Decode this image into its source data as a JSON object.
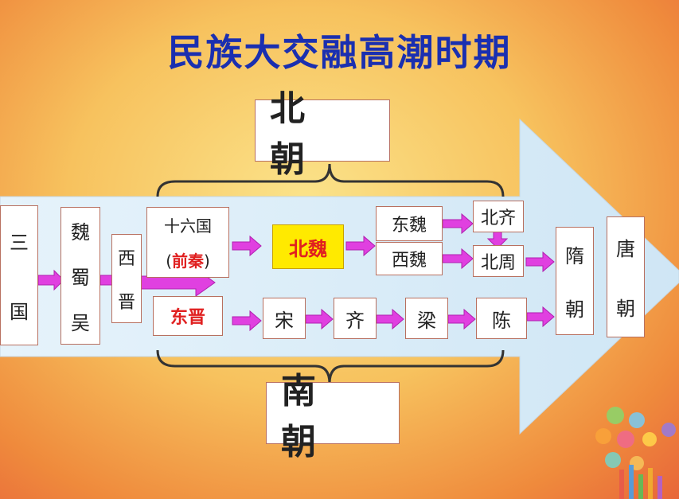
{
  "title": "民族大交融高潮时期",
  "north_label": "北 朝",
  "south_label": "南 朝",
  "boxes": {
    "sanguo": [
      "三",
      "国"
    ],
    "weishuwu": [
      "魏",
      "蜀",
      "吴"
    ],
    "xijin": [
      "西",
      "晋"
    ],
    "shiliuguo": "十六国",
    "qianqin_open": "(",
    "qianqin": "前秦",
    "qianqin_close": ")",
    "dongjin": "东晋",
    "beiwei": "北魏",
    "dongwei": "东魏",
    "xiwei": "西魏",
    "beiqi": "北齐",
    "beizhou": "北周",
    "song": "宋",
    "qi": "齐",
    "liang": "梁",
    "chen": "陈",
    "sui": [
      "隋",
      "朝"
    ],
    "tang": [
      "唐",
      "朝"
    ]
  },
  "colors": {
    "title": "#1a2fb0",
    "arrow": "#e040e0",
    "highlight": "#ffea00",
    "red_text": "#e02020"
  }
}
